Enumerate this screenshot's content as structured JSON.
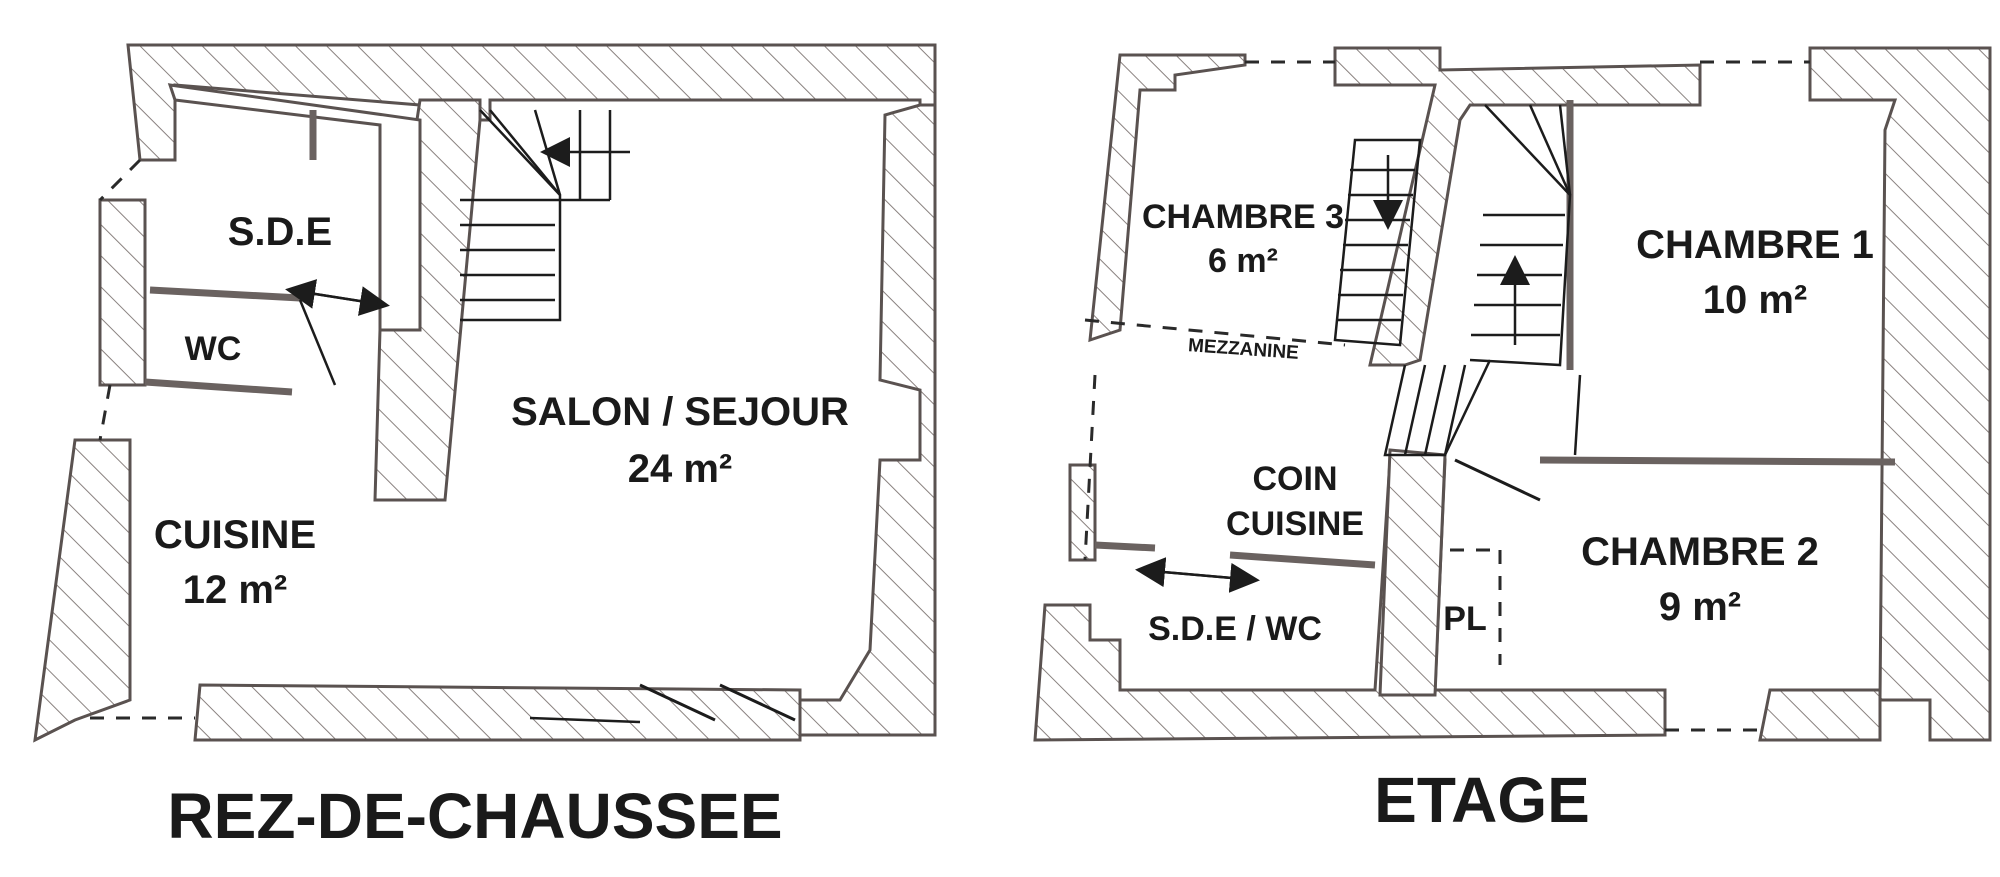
{
  "plans": {
    "ground": {
      "title": "REZ-DE-CHAUSSEE",
      "rooms": {
        "sde": {
          "name": "S.D.E"
        },
        "wc": {
          "name": "WC"
        },
        "salon": {
          "name": "SALON / SEJOUR",
          "area": "24 m²"
        },
        "cuisine": {
          "name": "CUISINE",
          "area": "12 m²"
        }
      }
    },
    "upper": {
      "title": "ETAGE",
      "rooms": {
        "chambre3": {
          "name": "CHAMBRE 3",
          "area": "6 m²"
        },
        "mezzanine": {
          "name": "MEZZANINE"
        },
        "chambre1": {
          "name": "CHAMBRE 1",
          "area": "10 m²"
        },
        "coin_cuisine": {
          "line1": "COIN",
          "line2": "CUISINE"
        },
        "chambre2": {
          "name": "CHAMBRE 2",
          "area": "9 m²"
        },
        "sde_wc": {
          "name": "S.D.E / WC"
        },
        "pl": {
          "name": "PL"
        }
      }
    }
  },
  "colors": {
    "wall_line": "#5a5250",
    "hatch": "#8a8280",
    "ink": "#1a1a1a"
  }
}
